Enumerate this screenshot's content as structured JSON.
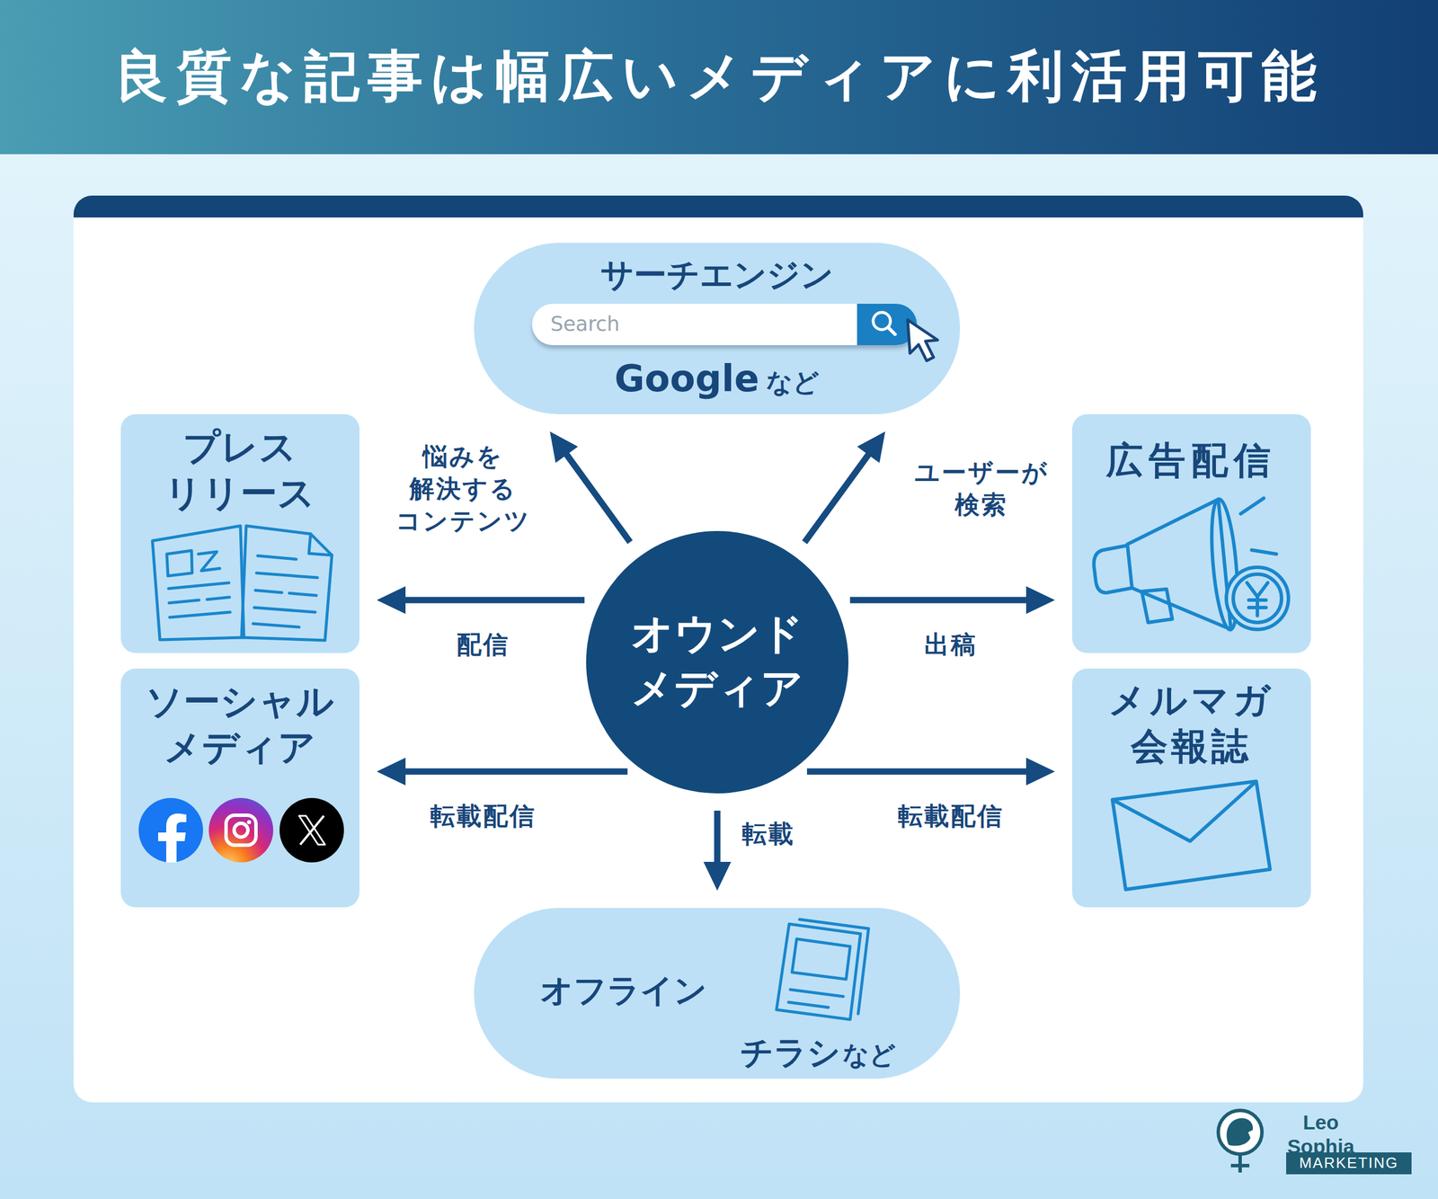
{
  "diagram": {
    "title": "良質な記事は幅広いメディアに利活用可能",
    "nodes": [
      {
        "text": [
          "サーチエンジン",
          "Google",
          "など"
        ]
      },
      {
        "text": [
          "Search"
        ],
        "in": 0
      },
      {
        "text": [
          "プレス リリース"
        ]
      },
      {
        "text": [
          "広告配信"
        ]
      },
      {
        "text": [
          "オウンド メディア"
        ]
      },
      {
        "text": [
          "ソーシャル メディア"
        ]
      },
      {
        "text": [
          "メルマガ 会報誌"
        ]
      },
      {
        "text": [
          "オフライン",
          "チラシ",
          "など"
        ]
      }
    ],
    "edges": [
      {
        "from": 4,
        "to": 0,
        "arrow": "to",
        "label": "悩みを 解決する コンテンツ"
      },
      {
        "from": 4,
        "to": 0,
        "arrow": "to",
        "label": "ユーザーが 検索"
      },
      {
        "from": 4,
        "to": 2,
        "arrow": "to",
        "label": "配信"
      },
      {
        "from": 4,
        "to": 3,
        "arrow": "to",
        "label": "出稿"
      },
      {
        "from": 4,
        "to": 5,
        "arrow": "to",
        "label": "転載配信"
      },
      {
        "from": 4,
        "to": 6,
        "arrow": "to",
        "label": "転載配信"
      },
      {
        "from": 4,
        "to": 7,
        "arrow": "to",
        "label": "転載"
      }
    ],
    "labels": [
      "Leo Sophia",
      "MARKETING"
    ]
  }
}
